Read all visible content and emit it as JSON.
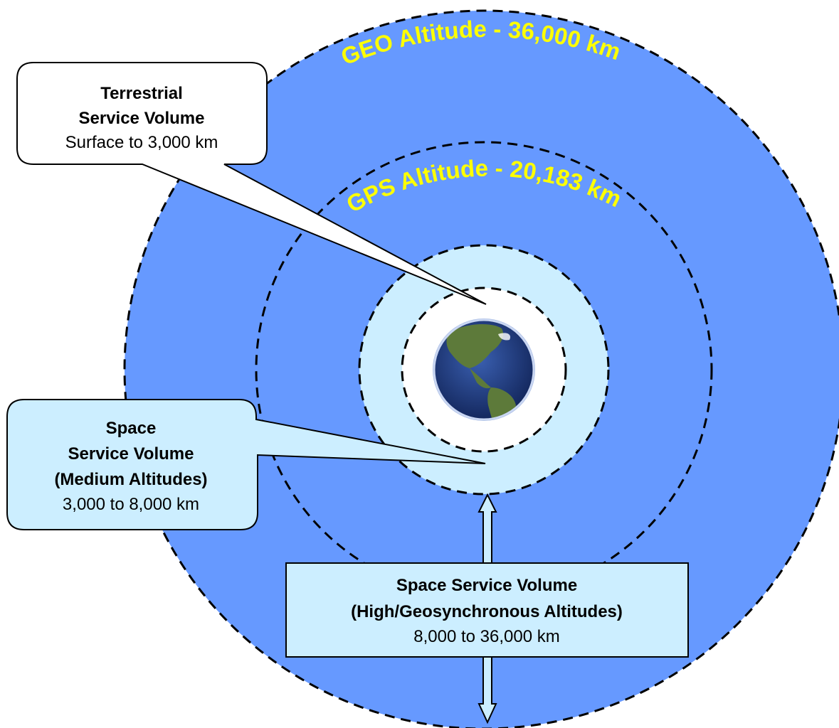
{
  "colors": {
    "geo_region": "#6699ff",
    "medium_region": "#cceeff",
    "terrestrial_region": "#ffffff",
    "dashed_line": "#000000",
    "altitude_label": "#ffff00",
    "callout_medium_fill": "#cceeff",
    "callout_terrestrial_fill": "#ffffff",
    "callout_high_fill": "#cceeff",
    "earth_ocean": "#1f3f86",
    "earth_land": "#5d7a3a"
  },
  "labels": {
    "geo_altitude": "GEO Altitude - 36,000 km",
    "gps_altitude": "GPS Altitude - 20,183 km"
  },
  "callouts": {
    "terrestrial": {
      "line1": "Terrestrial",
      "line2": "Service Volume",
      "line3": "Surface to 3,000 km"
    },
    "medium": {
      "line1": "Space",
      "line2": "Service Volume",
      "line3": "(Medium Altitudes)",
      "line4": "3,000 to 8,000 km"
    },
    "high": {
      "line1": "Space Service Volume",
      "line2": "(High/Geosynchronous Altitudes)",
      "line3": "8,000 to 36,000 km"
    }
  },
  "icons": {
    "earth": "earth-globe-icon",
    "arrow": "double-headed-arrow-icon"
  }
}
